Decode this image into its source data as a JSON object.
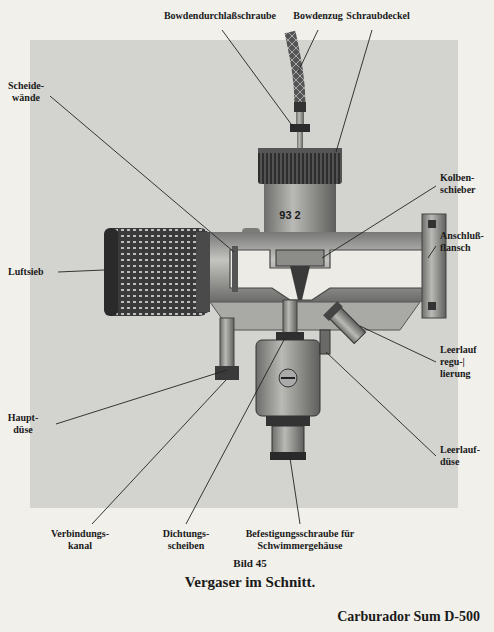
{
  "diagram": {
    "caption": "Vergaser im Schnitt.",
    "labels": [
      "Bowdendurchlaßschraube",
      "Bowdenzug",
      "Schraubdeckel",
      "Scheide- wände",
      "Kolben- schieber",
      "Anschluß- flansch",
      "Luftsieb",
      "Leerlauf regu-| lierung",
      "Haupt- düse",
      "Leerlauf- düse",
      "Verbindungs- kanal",
      "Dichtungs- scheiben",
      "Befestigungsschraube für Schwimmergehäuse",
      "93 2",
      "Bild 45",
      "Carburador Sum D-500"
    ]
  }
}
